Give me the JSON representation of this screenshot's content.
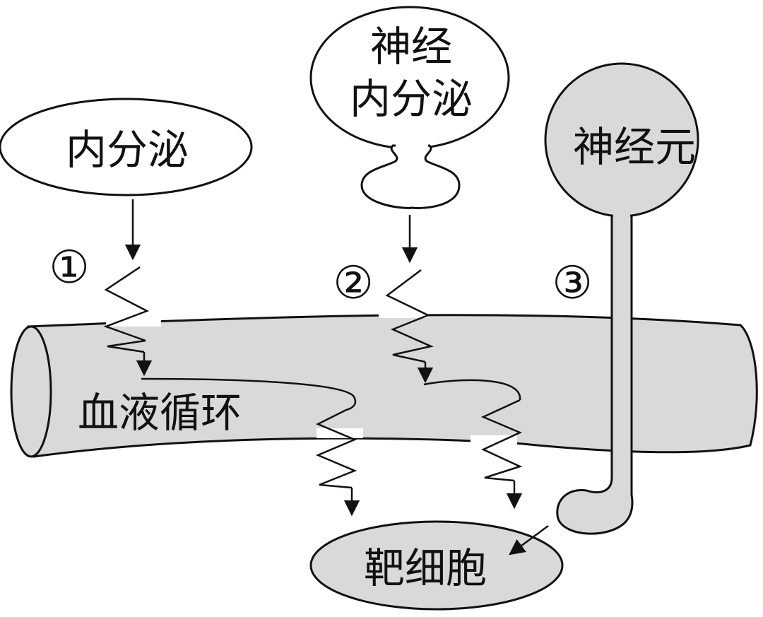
{
  "labels": {
    "endocrine": "内分泌",
    "neuroendocrine_line1": "神经",
    "neuroendocrine_line2": "内分泌",
    "neuron": "神经元",
    "blood_circulation": "血液循环",
    "target_cell": "靶细胞"
  },
  "markers": {
    "one": "①",
    "two": "②",
    "three": "③"
  },
  "colors": {
    "stroke": "#111111",
    "fill_white": "#ffffff",
    "fill_gray": "#d9d9d9"
  }
}
